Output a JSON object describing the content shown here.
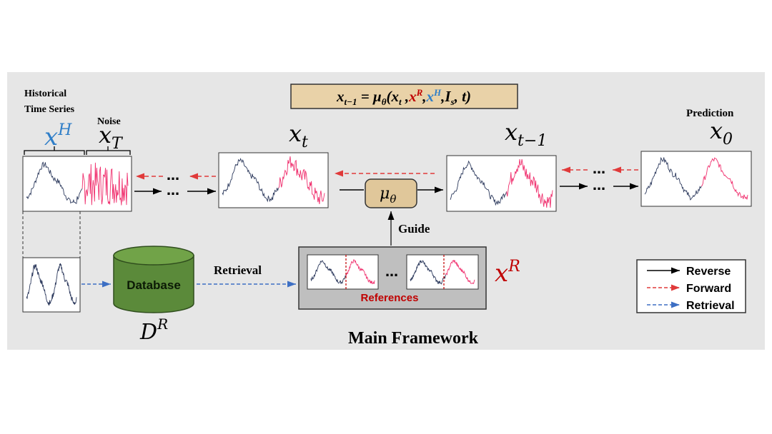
{
  "formula": {
    "lhs": "x",
    "lhs_sub": "t−1",
    "eq": " = ",
    "mu": "μ",
    "mu_sub": "θ",
    "open": "(",
    "a1": "x",
    "a1_sub": "t",
    "sep1": " ,",
    "a2": "x",
    "a2_sup": "R",
    "sep2": ",",
    "a3": "x",
    "a3_sup": "H",
    "sep3": ",",
    "a4": "I",
    "a4_sub": "s",
    "sep4": ", ",
    "a5": "t",
    "close": ")"
  },
  "labels": {
    "historical_line1": "Historical",
    "historical_line2": "Time Series",
    "noise": "Noise",
    "prediction": "Prediction",
    "guide": "Guide",
    "retrieval": "Retrieval",
    "database": "Database",
    "references": "References",
    "ellipsis": "…",
    "dots": "…",
    "main_framework": "Main Framework"
  },
  "symbols": {
    "xH": "x",
    "xH_sup": "H",
    "xT": "x",
    "xT_sub": "T",
    "xt": "x",
    "xt_sub": "t",
    "xt1": "x",
    "xt1_sub": "t−1",
    "x0": "x",
    "x0_sub": "0",
    "mu": "μ",
    "mu_sub": "θ",
    "xR": "x",
    "xR_sup": "R",
    "DR": "D",
    "DR_sup": "R"
  },
  "legend": [
    {
      "label": "Reverse",
      "color": "#000000",
      "style": "solid"
    },
    {
      "label": "Forward",
      "color": "#e03a3a",
      "style": "dashed"
    },
    {
      "label": "Retrieval",
      "color": "#3d6fc4",
      "style": "dashed"
    }
  ],
  "colors": {
    "panel_bg": "#e6e6e6",
    "formula_bg": "#e9d2a8",
    "mu_box": "#e0c79a",
    "database_green": "#5b8a3a",
    "history_line": "#2e3b5e",
    "noise_pink": "#f0306e",
    "references_red": "#c00000",
    "xH_blue": "#2f7ec8",
    "xR_red": "#c00000"
  }
}
